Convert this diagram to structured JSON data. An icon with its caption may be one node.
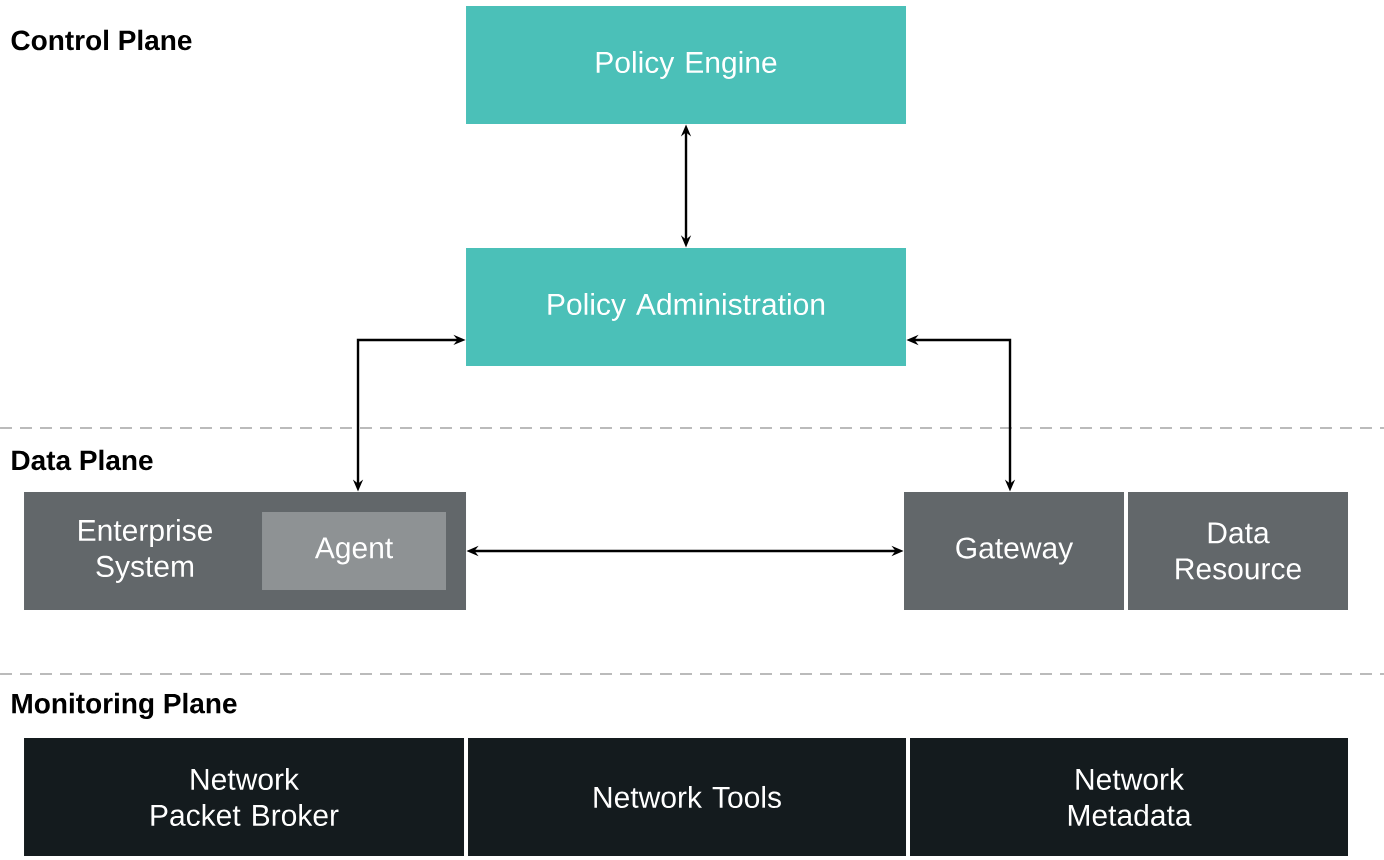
{
  "diagram": {
    "nodes": [
      {
        "text": [
          "Policy Engine"
        ]
      },
      {
        "text": [
          "Policy Administration"
        ]
      },
      {
        "text": [
          "Enterprise System"
        ]
      },
      {
        "text": [
          "Agent"
        ],
        "in": 2
      },
      {
        "text": [
          "Gateway"
        ]
      },
      {
        "text": [
          "Data Resource"
        ]
      },
      {
        "text": [
          "Network Packet Broker"
        ]
      },
      {
        "text": [
          "Network Tools"
        ]
      },
      {
        "text": [
          "Network Metadata"
        ]
      }
    ],
    "edges": [
      {
        "from": 0,
        "to": 1,
        "arrow": "both"
      },
      {
        "from": 1,
        "to": 2,
        "arrow": "both"
      },
      {
        "from": 1,
        "to": 4,
        "arrow": "both"
      },
      {
        "from": 2,
        "to": 4,
        "arrow": "both"
      }
    ],
    "labels": [
      "Control Plane",
      "Data Plane",
      "Monitoring Plane"
    ]
  }
}
